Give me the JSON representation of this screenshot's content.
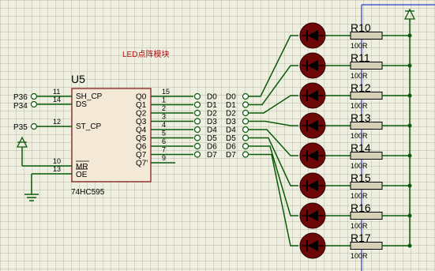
{
  "module_label": "LED点阵模块",
  "chip": {
    "ref": "U5",
    "part": "74HC595",
    "left_pins": [
      {
        "num": "11",
        "name": "SH_CP",
        "net": "P36"
      },
      {
        "num": "14",
        "name": "DS",
        "net": "P34"
      },
      {
        "num": "12",
        "name": "ST_CP",
        "net": "P35"
      },
      {
        "num": "10",
        "name": "MR",
        "net": ""
      },
      {
        "num": "13",
        "name": "OE",
        "net": ""
      }
    ],
    "right_pins": [
      {
        "num": "15",
        "name": "Q0"
      },
      {
        "num": "1",
        "name": "Q1"
      },
      {
        "num": "2",
        "name": "Q2"
      },
      {
        "num": "3",
        "name": "Q3"
      },
      {
        "num": "4",
        "name": "Q4"
      },
      {
        "num": "5",
        "name": "Q5"
      },
      {
        "num": "6",
        "name": "Q6"
      },
      {
        "num": "7",
        "name": "Q7"
      },
      {
        "num": "9",
        "name": "Q7'"
      }
    ]
  },
  "data_nets": [
    "D0",
    "D1",
    "D2",
    "D3",
    "D4",
    "D5",
    "D6",
    "D7"
  ],
  "resistors": [
    {
      "ref": "R10",
      "value": "100R"
    },
    {
      "ref": "R11",
      "value": "100R"
    },
    {
      "ref": "R12",
      "value": "100R"
    },
    {
      "ref": "R13",
      "value": "100R"
    },
    {
      "ref": "R14",
      "value": "100R"
    },
    {
      "ref": "R15",
      "value": "100R"
    },
    {
      "ref": "R16",
      "value": "100R"
    },
    {
      "ref": "R17",
      "value": "100R"
    }
  ],
  "colors": {
    "wire": "#0a5a0a",
    "chip_body": "#f4e8d6",
    "chip_outline": "#7a1010",
    "text": "#000000",
    "label_red": "#b01010",
    "led_fill": "#6e0707",
    "resistor_fill": "#d6d0b6",
    "border_blue": "#2a3ec8"
  },
  "icons": {
    "power": "power-arrow-icon",
    "ground": "ground-icon",
    "led": "led-diode-icon",
    "resistor": "resistor-icon",
    "terminal": "terminal-circle-icon"
  }
}
